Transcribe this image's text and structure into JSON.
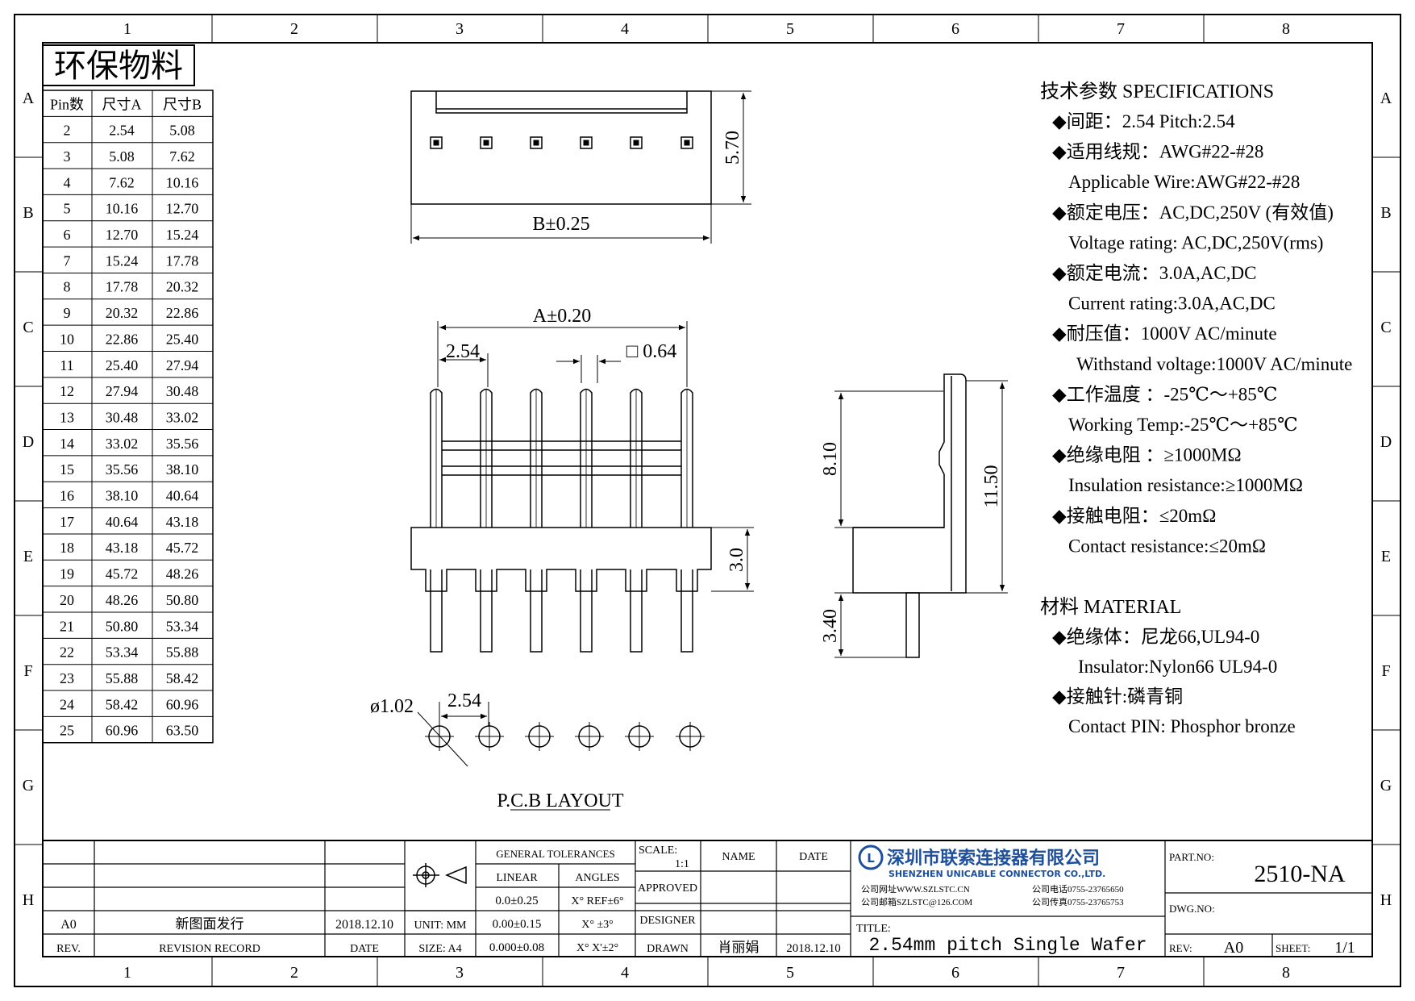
{
  "frame": {
    "col_labels": [
      "1",
      "2",
      "3",
      "4",
      "5",
      "6",
      "7",
      "8"
    ],
    "row_labels": [
      "A",
      "B",
      "C",
      "D",
      "E",
      "F",
      "G",
      "H"
    ]
  },
  "eco_label": "环保物料",
  "pin_table": {
    "headers": [
      "Pin数",
      "尺寸A",
      "尺寸B"
    ],
    "rows": [
      [
        "2",
        "2.54",
        "5.08"
      ],
      [
        "3",
        "5.08",
        "7.62"
      ],
      [
        "4",
        "7.62",
        "10.16"
      ],
      [
        "5",
        "10.16",
        "12.70"
      ],
      [
        "6",
        "12.70",
        "15.24"
      ],
      [
        "7",
        "15.24",
        "17.78"
      ],
      [
        "8",
        "17.78",
        "20.32"
      ],
      [
        "9",
        "20.32",
        "22.86"
      ],
      [
        "10",
        "22.86",
        "25.40"
      ],
      [
        "11",
        "25.40",
        "27.94"
      ],
      [
        "12",
        "27.94",
        "30.48"
      ],
      [
        "13",
        "30.48",
        "33.02"
      ],
      [
        "14",
        "33.02",
        "35.56"
      ],
      [
        "15",
        "35.56",
        "38.10"
      ],
      [
        "16",
        "38.10",
        "40.64"
      ],
      [
        "17",
        "40.64",
        "43.18"
      ],
      [
        "18",
        "43.18",
        "45.72"
      ],
      [
        "19",
        "45.72",
        "48.26"
      ],
      [
        "20",
        "48.26",
        "50.80"
      ],
      [
        "21",
        "50.80",
        "53.34"
      ],
      [
        "22",
        "53.34",
        "55.88"
      ],
      [
        "23",
        "55.88",
        "58.42"
      ],
      [
        "24",
        "58.42",
        "60.96"
      ],
      [
        "25",
        "60.96",
        "63.50"
      ]
    ]
  },
  "dims": {
    "top_height": "5.70",
    "b_width": "B±0.25",
    "a_width": "A±0.20",
    "pitch": "2.54",
    "pin_square": "□ 0.64",
    "body_height": "3.0",
    "side_upper": "8.10",
    "side_total": "11.50",
    "side_lower": "3.40",
    "pcb_hole": "ø1.02",
    "pcb_pitch": "2.54",
    "pcb_title": "P.C.B LAYOUT"
  },
  "specs": {
    "heading": "技术参数  SPECIFICATIONS",
    "lines": [
      "◆间距：2.54      Pitch:2.54",
      "◆适用线规：AWG#22-#28",
      "Applicable Wire:AWG#22-#28",
      "◆额定电压：AC,DC,250V (有效值)",
      "Voltage rating: AC,DC,250V(rms)",
      "◆额定电流：3.0A,AC,DC",
      "Current rating:3.0A,AC,DC",
      "◆耐压值：1000V AC/minute",
      "Withstand voltage:1000V AC/minute",
      "◆工作温度 ：-25℃～+85℃",
      "Working Temp:-25℃～+85℃",
      "◆绝缘电阻 ：≥1000MΩ",
      "Insulation resistance:≥1000MΩ",
      "◆接触电阻：≤20mΩ",
      "Contact resistance:≤20mΩ"
    ],
    "material_heading": "材料  MATERIAL",
    "material_lines": [
      "◆绝缘体：尼龙66,UL94-0",
      "Insulator:Nylon66 UL94-0",
      "◆接触针:磷青铜",
      "Contact PIN: Phosphor bronze"
    ]
  },
  "title_block": {
    "rev_value": "A0",
    "revision_text": "新图面发行",
    "rev_date": "2018.12.10",
    "rev_label": "REV.",
    "revision_record_label": "REVISION RECORD",
    "date_label": "DATE",
    "unit_label": "UNIT: MM",
    "size_label": "SIZE: A4",
    "general_tolerances": "GENERAL TOLERANCES",
    "linear_label": "LINEAR",
    "angles_label": "ANGLES",
    "linear_values": [
      "0.0±0.25",
      "0.00±0.15",
      "0.000±0.08"
    ],
    "angle_values": [
      "X° REF±6°",
      "X° ±3°",
      "X° X'±2°"
    ],
    "scale_label": "SCALE:",
    "scale_value": "1:1",
    "approved_label": "APPROVED",
    "designer_label": "DESIGNER",
    "drawn_label": "DRAWN",
    "name_label": "NAME",
    "date_col_label": "DATE",
    "drawn_name": "肖丽娟",
    "drawn_date": "2018.12.10",
    "company_cn": "深圳市联索连接器有限公司",
    "company_en": "SHENZHEN UNICABLE CONNECTOR CO.,LTD.",
    "web": "公司网址WWW.SZLSTC.CN",
    "email": "公司邮箱SZLSTC@126.COM",
    "tel": "公司电话0755-23765650",
    "fax": "公司传真0755-23765753",
    "title_label": "TITLE:",
    "title_value": "2.54mm pitch Single Wafer",
    "part_no_label": "PART.NO:",
    "part_no": "2510-NA",
    "dwg_no_label": "DWG.NO:",
    "rev2_label": "REV:",
    "rev2_value": "A0",
    "sheet_label": "SHEET:",
    "sheet_value": "1/1"
  },
  "colors": {
    "logo_blue": "#1d4f9c"
  }
}
